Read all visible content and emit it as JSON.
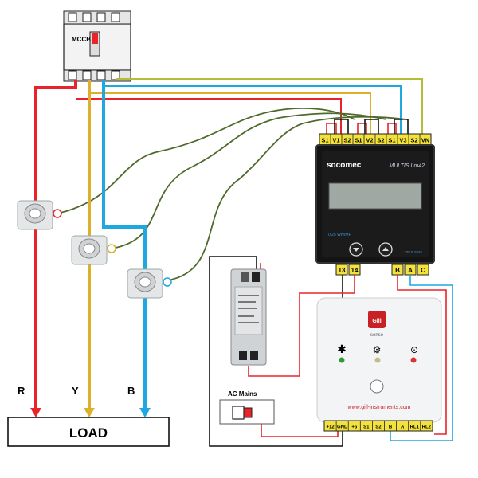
{
  "mccb": {
    "label": "MCCB"
  },
  "phases": {
    "r": "R",
    "y": "Y",
    "b": "B"
  },
  "load": {
    "label": "LOAD"
  },
  "meter": {
    "brand": "socomec",
    "model": "MULTIS Lm42",
    "rate": "0.25 Wh/IMP",
    "badge": "TELE EMS",
    "top_terminals": [
      "S1",
      "V1",
      "S2",
      "S1",
      "V2",
      "S2",
      "S1",
      "V3",
      "S2",
      "VN"
    ],
    "pulse_terminals": [
      "13",
      "14"
    ],
    "comm_terminals": [
      "B",
      "A",
      "C"
    ]
  },
  "ac_mains": {
    "label": "AC Mains"
  },
  "gill": {
    "logo_text": "Gill",
    "sub_text": "sense",
    "url": "www.gill-instruments.com",
    "terminals": [
      "+12",
      "GND",
      "+5",
      "S1",
      "S2",
      "B",
      "A",
      "RL1",
      "RL2"
    ]
  },
  "colors": {
    "red": "#e8232a",
    "yellow": "#dcb02b",
    "blue": "#1ea7e0",
    "green": "#4f6b2c",
    "olive": "#b3bd3a",
    "black": "#111111",
    "terminal_yellow": "#f4e23c"
  }
}
